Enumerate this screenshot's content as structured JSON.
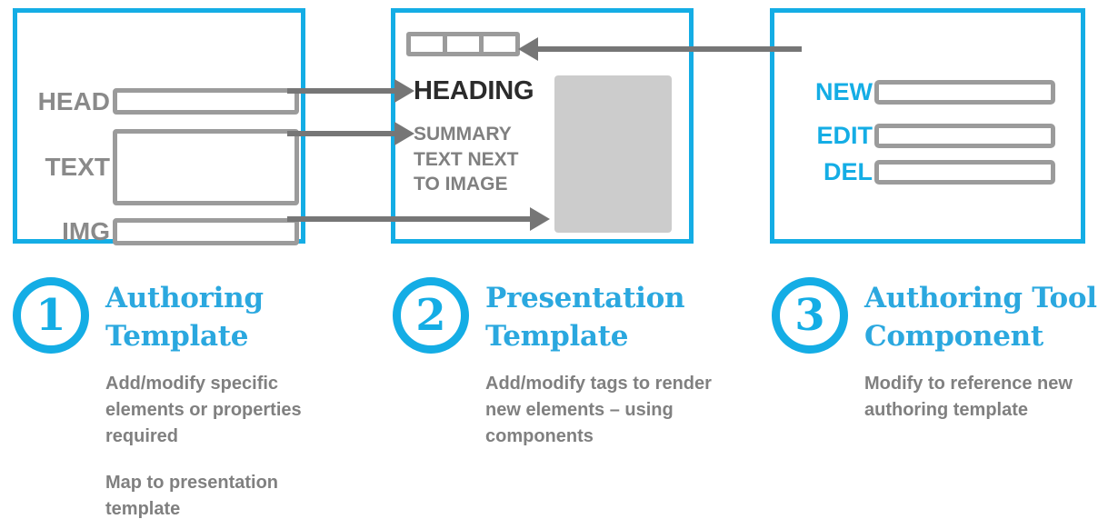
{
  "colors": {
    "accent_blue": "#14ADE5",
    "title_blue": "#2BA8DF",
    "gray_text": "#808080",
    "gray_border": "#9b9b9b",
    "arrow_gray": "#767676",
    "placeholder_gray": "#cccccc",
    "heading_black": "#2b2b2b"
  },
  "panels": {
    "authoring_template": {
      "fields": [
        {
          "label": "HEAD"
        },
        {
          "label": "TEXT"
        },
        {
          "label": "IMG"
        }
      ]
    },
    "presentation_template": {
      "tab_strip": {
        "cells": 3
      },
      "heading": "HEADING",
      "summary": "SUMMARY TEXT NEXT TO IMAGE",
      "image_placeholder": "image-placeholder"
    },
    "authoring_tool_component": {
      "actions": [
        {
          "label": "NEW"
        },
        {
          "label": "EDIT"
        },
        {
          "label": "DEL"
        }
      ]
    }
  },
  "arrows": [
    {
      "name": "head-to-heading",
      "direction": "right"
    },
    {
      "name": "text-to-summary",
      "direction": "right"
    },
    {
      "name": "img-to-image",
      "direction": "right"
    },
    {
      "name": "tool-to-tabs",
      "direction": "left"
    }
  ],
  "steps": [
    {
      "number": "1",
      "title": "Authoring Template",
      "body": [
        "Add/modify specific elements or properties required",
        "Map to presentation template"
      ]
    },
    {
      "number": "2",
      "title": "Presentation Template",
      "body": [
        "Add/modify tags to render new elements – using components"
      ]
    },
    {
      "number": "3",
      "title": "Authoring Tool Component",
      "body": [
        "Modify to reference new authoring template"
      ]
    }
  ]
}
